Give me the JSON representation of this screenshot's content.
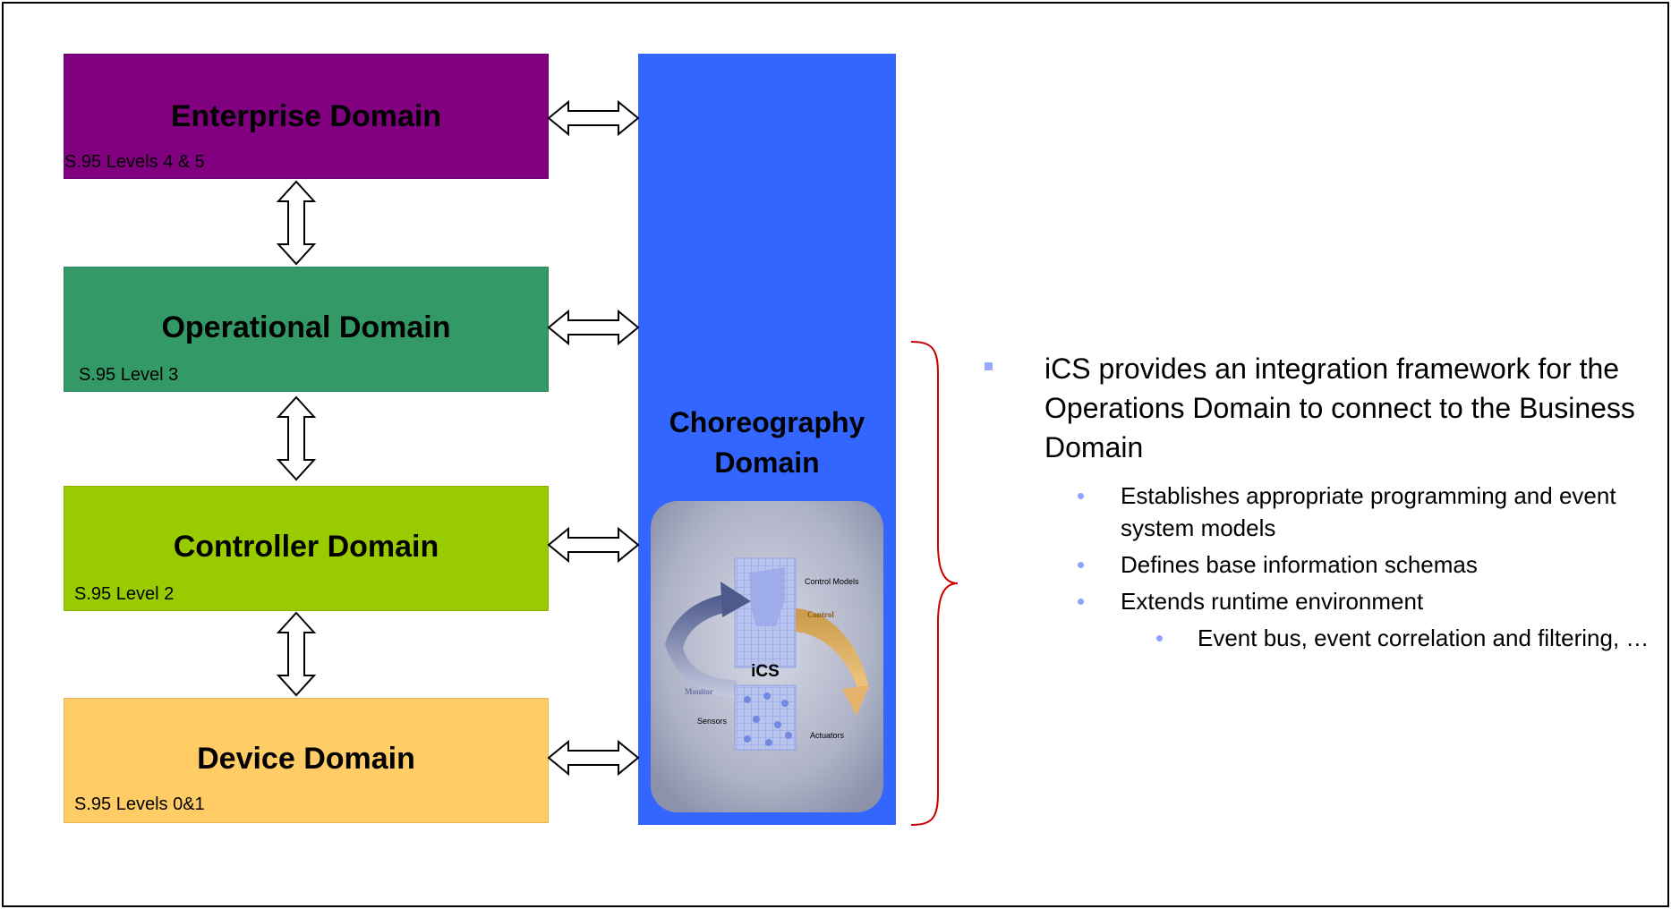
{
  "domains": {
    "enterprise": {
      "title": "Enterprise Domain",
      "sub": "S.95 Levels 4 & 5"
    },
    "operational": {
      "title": "Operational Domain",
      "sub": "S.95 Level 3"
    },
    "controller": {
      "title": "Controller Domain",
      "sub": "S.95 Level 2"
    },
    "device": {
      "title": "Device Domain",
      "sub": "S.95 Levels 0&1"
    }
  },
  "choreography": {
    "title_line1": "Choreography",
    "title_line2": "Domain"
  },
  "ics_graphic": {
    "center_label": "iCS",
    "control_models": "Control Models",
    "control": "Control",
    "monitor": "Monitor",
    "sensors": "Sensors",
    "actuators": "Actuators"
  },
  "bullets": {
    "main": "iCS provides an integration framework for the Operations Domain to connect to the Business Domain",
    "sub": [
      "Establishes appropriate programming and event system models",
      "Defines base information schemas",
      "Extends runtime environment"
    ],
    "subsub": [
      "Event bus, event correlation and filtering, …"
    ]
  },
  "colors": {
    "enterprise": "#800080",
    "operational": "#339966",
    "controller": "#99cc00",
    "device": "#ffcc66",
    "choreography": "#3366ff",
    "brace": "#cc0000",
    "bullet_marker": "#99a9ff"
  }
}
